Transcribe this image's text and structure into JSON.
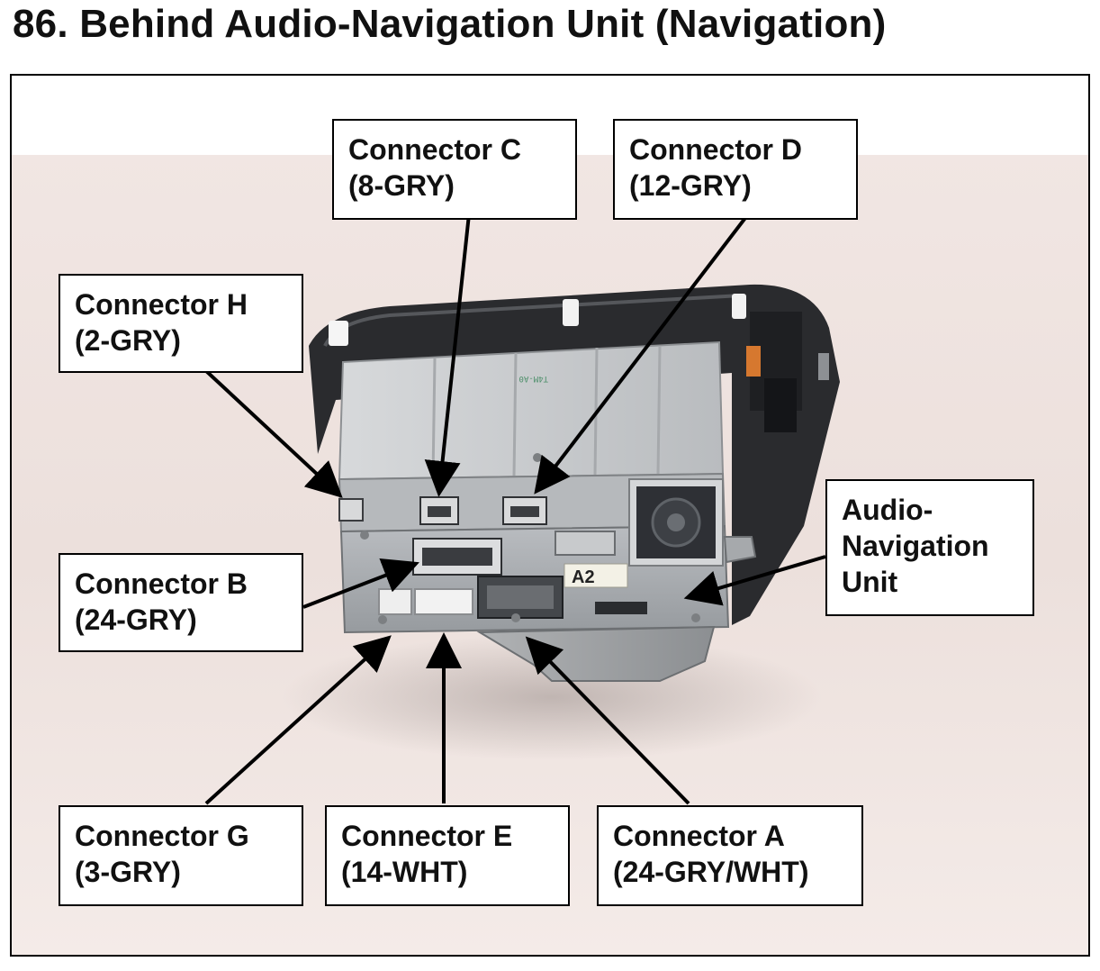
{
  "page": {
    "title": "86.  Behind Audio-Navigation Unit (Navigation)"
  },
  "photo": {
    "unit_sticker": "A2"
  },
  "callouts": [
    {
      "id": "connector-c",
      "line1": "Connector C",
      "line2": "(8-GRY)"
    },
    {
      "id": "connector-d",
      "line1": "Connector D",
      "line2": "(12-GRY)"
    },
    {
      "id": "connector-h",
      "line1": "Connector H",
      "line2": "(2-GRY)"
    },
    {
      "id": "connector-b",
      "line1": "Connector B",
      "line2": "(24-GRY)"
    },
    {
      "id": "audio-nav-unit",
      "line1": "Audio-",
      "line2": "Navigation",
      "line3": "Unit"
    },
    {
      "id": "connector-g",
      "line1": "Connector G",
      "line2": "(3-GRY)"
    },
    {
      "id": "connector-e",
      "line1": "Connector E",
      "line2": "(14-WHT)"
    },
    {
      "id": "connector-a",
      "line1": "Connector A",
      "line2": "(24-GRY/WHT)"
    }
  ],
  "colors": {
    "backdrop": "#eee2df",
    "chassis": "#c7cacd",
    "faceplate": "#a5a9ad",
    "bezel": "#2a2b2e",
    "arrow": "#000000"
  }
}
